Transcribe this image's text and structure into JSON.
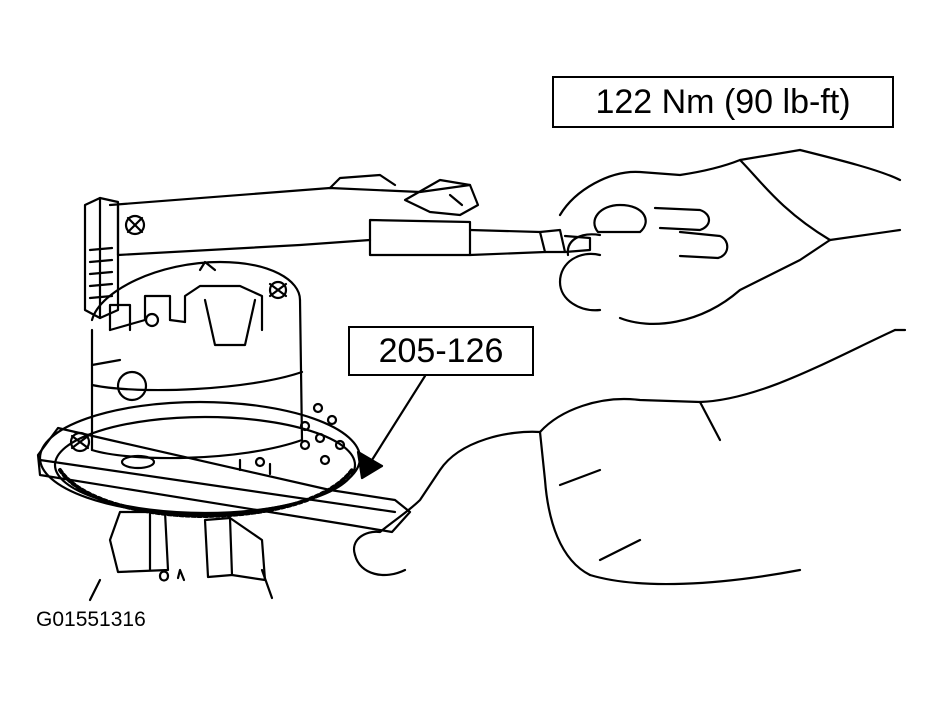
{
  "callouts": {
    "torque": "122 Nm (90 lb-ft)",
    "tool": "205-126"
  },
  "figure_id": "G01551316",
  "colors": {
    "line": "#000000",
    "background": "#ffffff"
  }
}
